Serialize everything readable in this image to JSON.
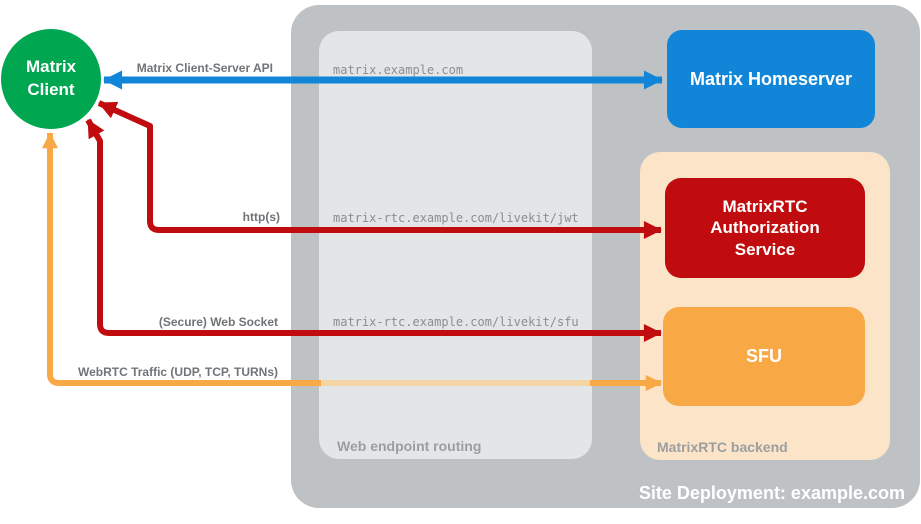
{
  "diagram": {
    "title": "Site Deployment: example.com",
    "nodes": {
      "client": {
        "label": "Matrix Client",
        "color": "#00a650"
      },
      "homeserver": {
        "label": "Matrix Homeserver",
        "color": "#1186d8"
      },
      "auth_service": {
        "label": "MatrixRTC Authorization Service",
        "color": "#c00c0e"
      },
      "sfu": {
        "label": "SFU",
        "color": "#f9a846"
      }
    },
    "containers": {
      "site": {
        "label": "Site Deployment: example.com",
        "color": "#bfc2c4"
      },
      "routing": {
        "label": "Web endpoint routing",
        "color": "#e4e5e6"
      },
      "backend": {
        "label": "MatrixRTC backend",
        "color": "#fbe4c7"
      }
    },
    "endpoints": [
      "matrix.example.com",
      "matrix-rtc.example.com/livekit/jwt",
      "matrix-rtc.example.com/livekit/sfu"
    ],
    "arrows": [
      {
        "label": "Matrix Client-Server API",
        "color": "#1186d8",
        "from": "Matrix Client",
        "to": "Matrix Homeserver",
        "style": "double-headed"
      },
      {
        "label": "http(s)",
        "color": "#c00c0e",
        "from": "Matrix Client",
        "to": "MatrixRTC Authorization Service",
        "style": "double-headed"
      },
      {
        "label": "(Secure) Web Socket",
        "color": "#c00c0e",
        "from": "Matrix Client",
        "to": "SFU",
        "style": "double-headed"
      },
      {
        "label": "WebRTC Traffic (UDP, TCP, TURNs)",
        "color": "#f9a846",
        "from": "Matrix Client",
        "to": "SFU",
        "style": "double-headed, passes under web endpoint routing"
      }
    ]
  }
}
